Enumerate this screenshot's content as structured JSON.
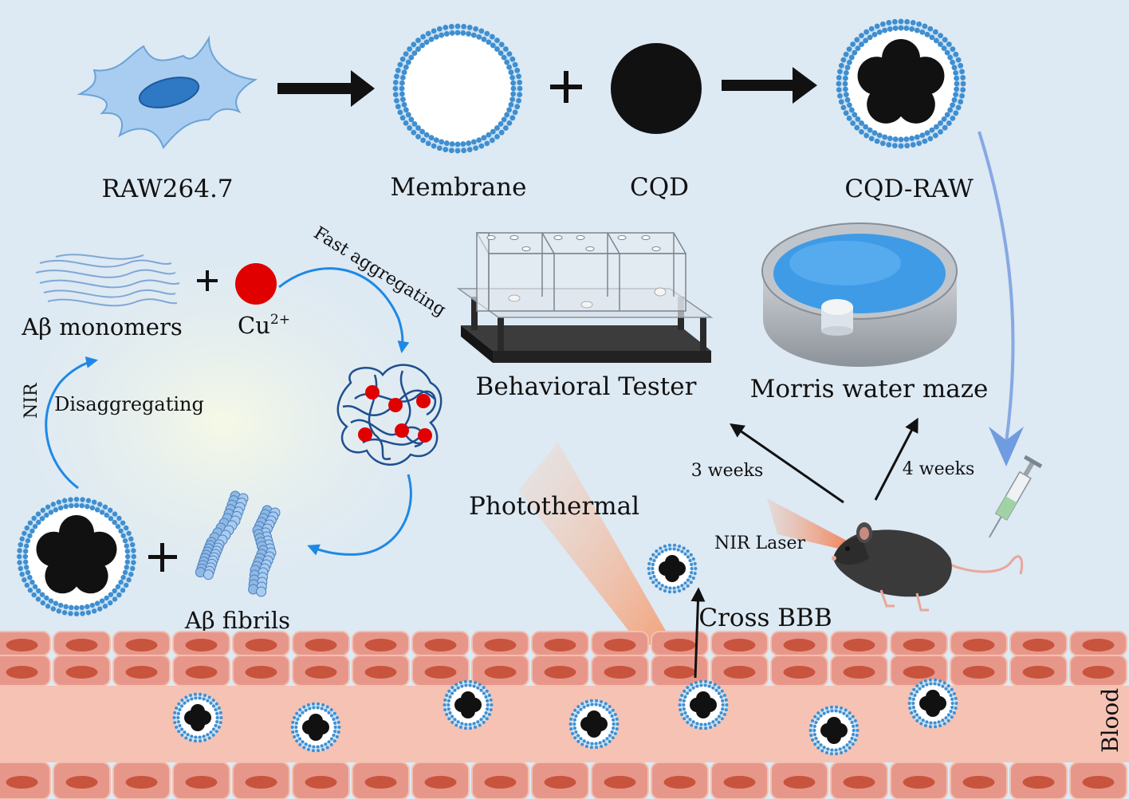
{
  "labels": {
    "raw": "RAW264.7",
    "membrane": "Membrane",
    "cqd": "CQD",
    "cqd_raw": "CQD-RAW",
    "ab_monomers": "Aβ monomers",
    "cu": "Cu",
    "cu_charge": "2+",
    "fast_aggregating": "Fast aggregating",
    "disaggregating": "Disaggregating",
    "nir": "NIR",
    "ab_fibrils": "Aβ fibrils",
    "behavioral_tester": "Behavioral Tester",
    "morris": "Morris water maze",
    "weeks3": "3 weeks",
    "weeks4": "4 weeks",
    "photothermal": "Photothermal",
    "nir_laser": "NIR Laser",
    "cross_bbb": "Cross BBB",
    "blood": "Blood"
  },
  "colors": {
    "background": "#dde9f3",
    "membrane_blue": "#3f8fd0",
    "cell_blue": "#9cc8ee",
    "nucleus_blue": "#2f78c4",
    "copper_red": "#e00000",
    "vessel_pink": "#f5c2b4",
    "endothelial": "#e7978a",
    "water": "#3f9be6",
    "mouse": "#333333",
    "laser": "#f7a27a"
  },
  "icons": {
    "cell": "macrophage-cell-icon",
    "membrane": "liposome-icon",
    "cqd": "black-dot-icon",
    "mouse": "mouse-icon",
    "syringe": "syringe-icon"
  }
}
